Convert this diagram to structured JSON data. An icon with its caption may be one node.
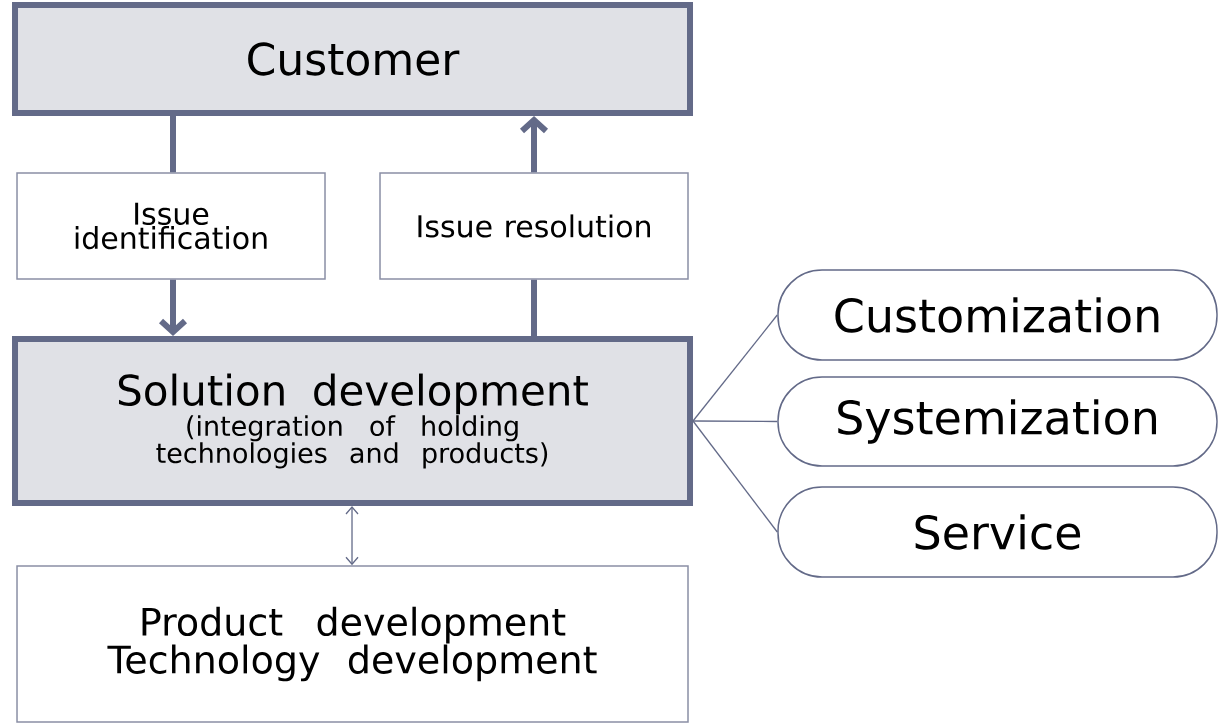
{
  "diagram": {
    "nodes": [
      {
        "text": [
          "Customer"
        ]
      },
      {
        "text": [
          "Issue identification"
        ]
      },
      {
        "text": [
          "Issue resolution"
        ]
      },
      {
        "text": [
          "Solution development",
          "(integration of holding technologies and products)"
        ]
      },
      {
        "text": [
          "Product development",
          "Technology development"
        ]
      },
      {
        "text": [
          "Customization"
        ]
      },
      {
        "text": [
          "Systemization"
        ]
      },
      {
        "text": [
          "Service"
        ]
      }
    ],
    "edges": [
      {
        "from": 0,
        "to": 1,
        "arrow": "none",
        "style": "thick"
      },
      {
        "from": 1,
        "to": 3,
        "arrow": "to",
        "style": "thick"
      },
      {
        "from": 3,
        "to": 2,
        "arrow": "none",
        "style": "thick"
      },
      {
        "from": 2,
        "to": 0,
        "arrow": "to",
        "style": "thick"
      },
      {
        "from": 3,
        "to": 4,
        "arrow": "both"
      },
      {
        "from": 3,
        "to": 5,
        "arrow": "none"
      },
      {
        "from": 3,
        "to": 6,
        "arrow": "none"
      },
      {
        "from": 3,
        "to": 7,
        "arrow": "none"
      }
    ]
  }
}
